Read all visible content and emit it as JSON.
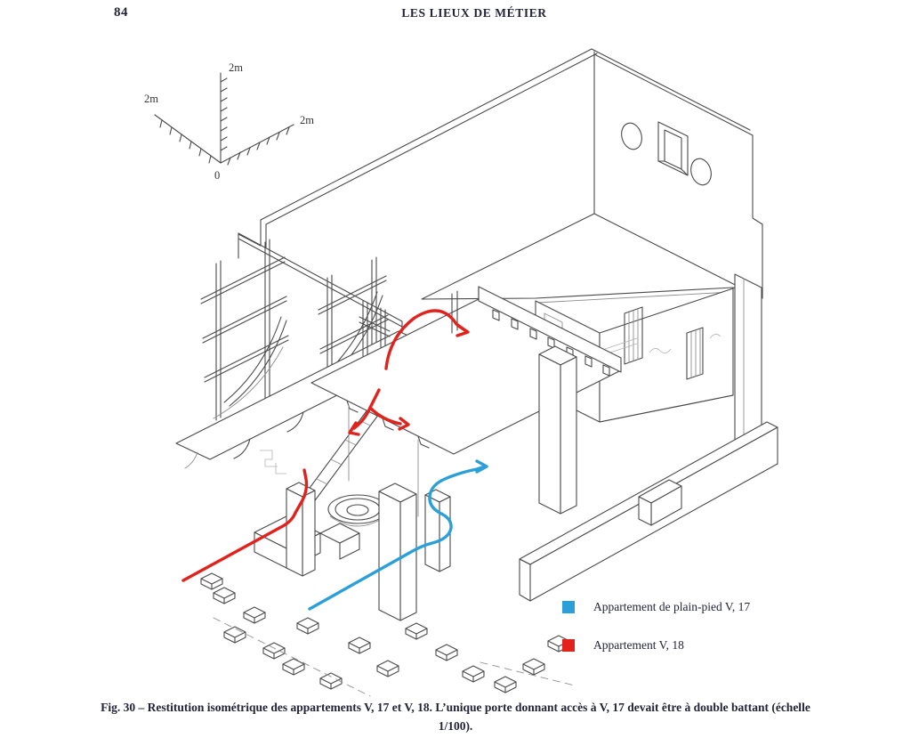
{
  "page": {
    "number": "84",
    "running_header": "LES LIEUX DE MÉTIER"
  },
  "figure": {
    "scale_axes": {
      "up_label": "2m",
      "left_label": "2m",
      "right_label": "2m",
      "origin_label": "0"
    },
    "legend": {
      "items": [
        {
          "label": "Appartement de plain-pied V, 17",
          "color": "#2ba0d8"
        },
        {
          "label": "Appartement V, 18",
          "color": "#e2221d"
        }
      ]
    },
    "caption": "Fig. 30 – Restitution isométrique des appartements V, 17 et V, 18. L’unique porte donnant accès à V, 17 devait être à double battant (échelle 1/100)."
  }
}
